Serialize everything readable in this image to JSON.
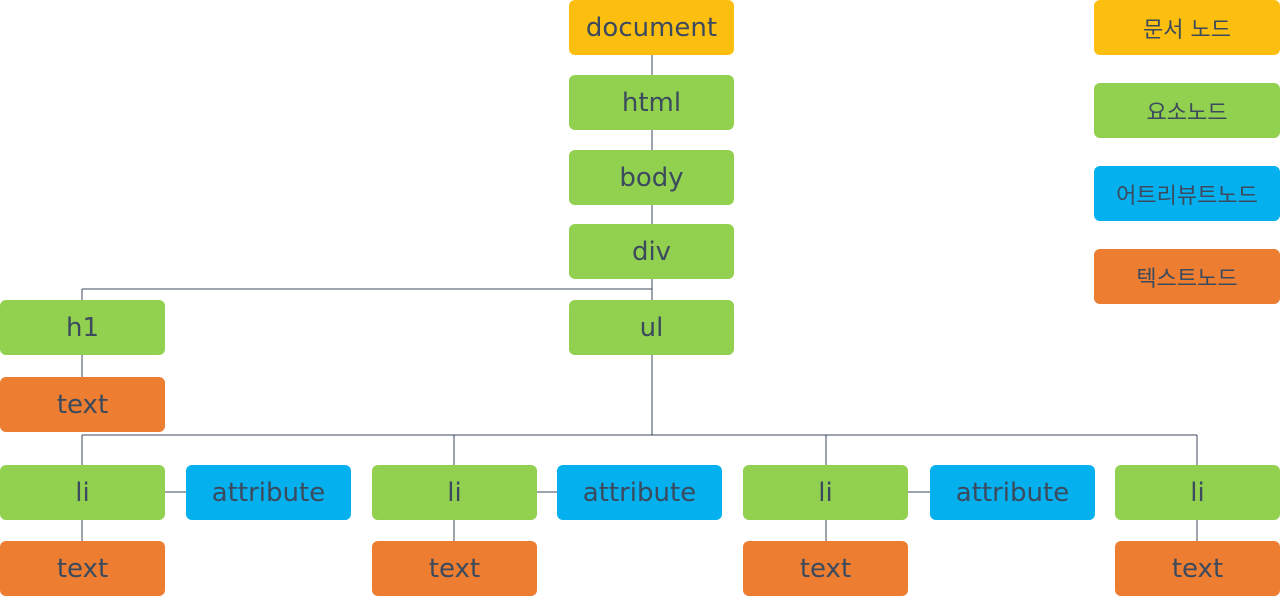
{
  "colors": {
    "document": "#fdbf0f",
    "element": "#92d050",
    "attribute": "#05b0ef",
    "text": "#ed7d31",
    "connector": "#3b4a5c"
  },
  "nodes": {
    "document": "document",
    "html": "html",
    "body": "body",
    "div": "div",
    "h1": "h1",
    "h1_text": "text",
    "ul": "ul",
    "li_1": "li",
    "li_1_attribute": "attribute",
    "li_1_text": "text",
    "li_2": "li",
    "li_2_attribute": "attribute",
    "li_2_text": "text",
    "li_3": "li",
    "li_3_attribute": "attribute",
    "li_3_text": "text",
    "li_4": "li",
    "li_4_text": "text"
  },
  "legend": {
    "document_node": "문서 노드",
    "element_node": "요소노드",
    "attribute_node": "어트리뷰트노드",
    "text_node": "텍스트노드"
  }
}
